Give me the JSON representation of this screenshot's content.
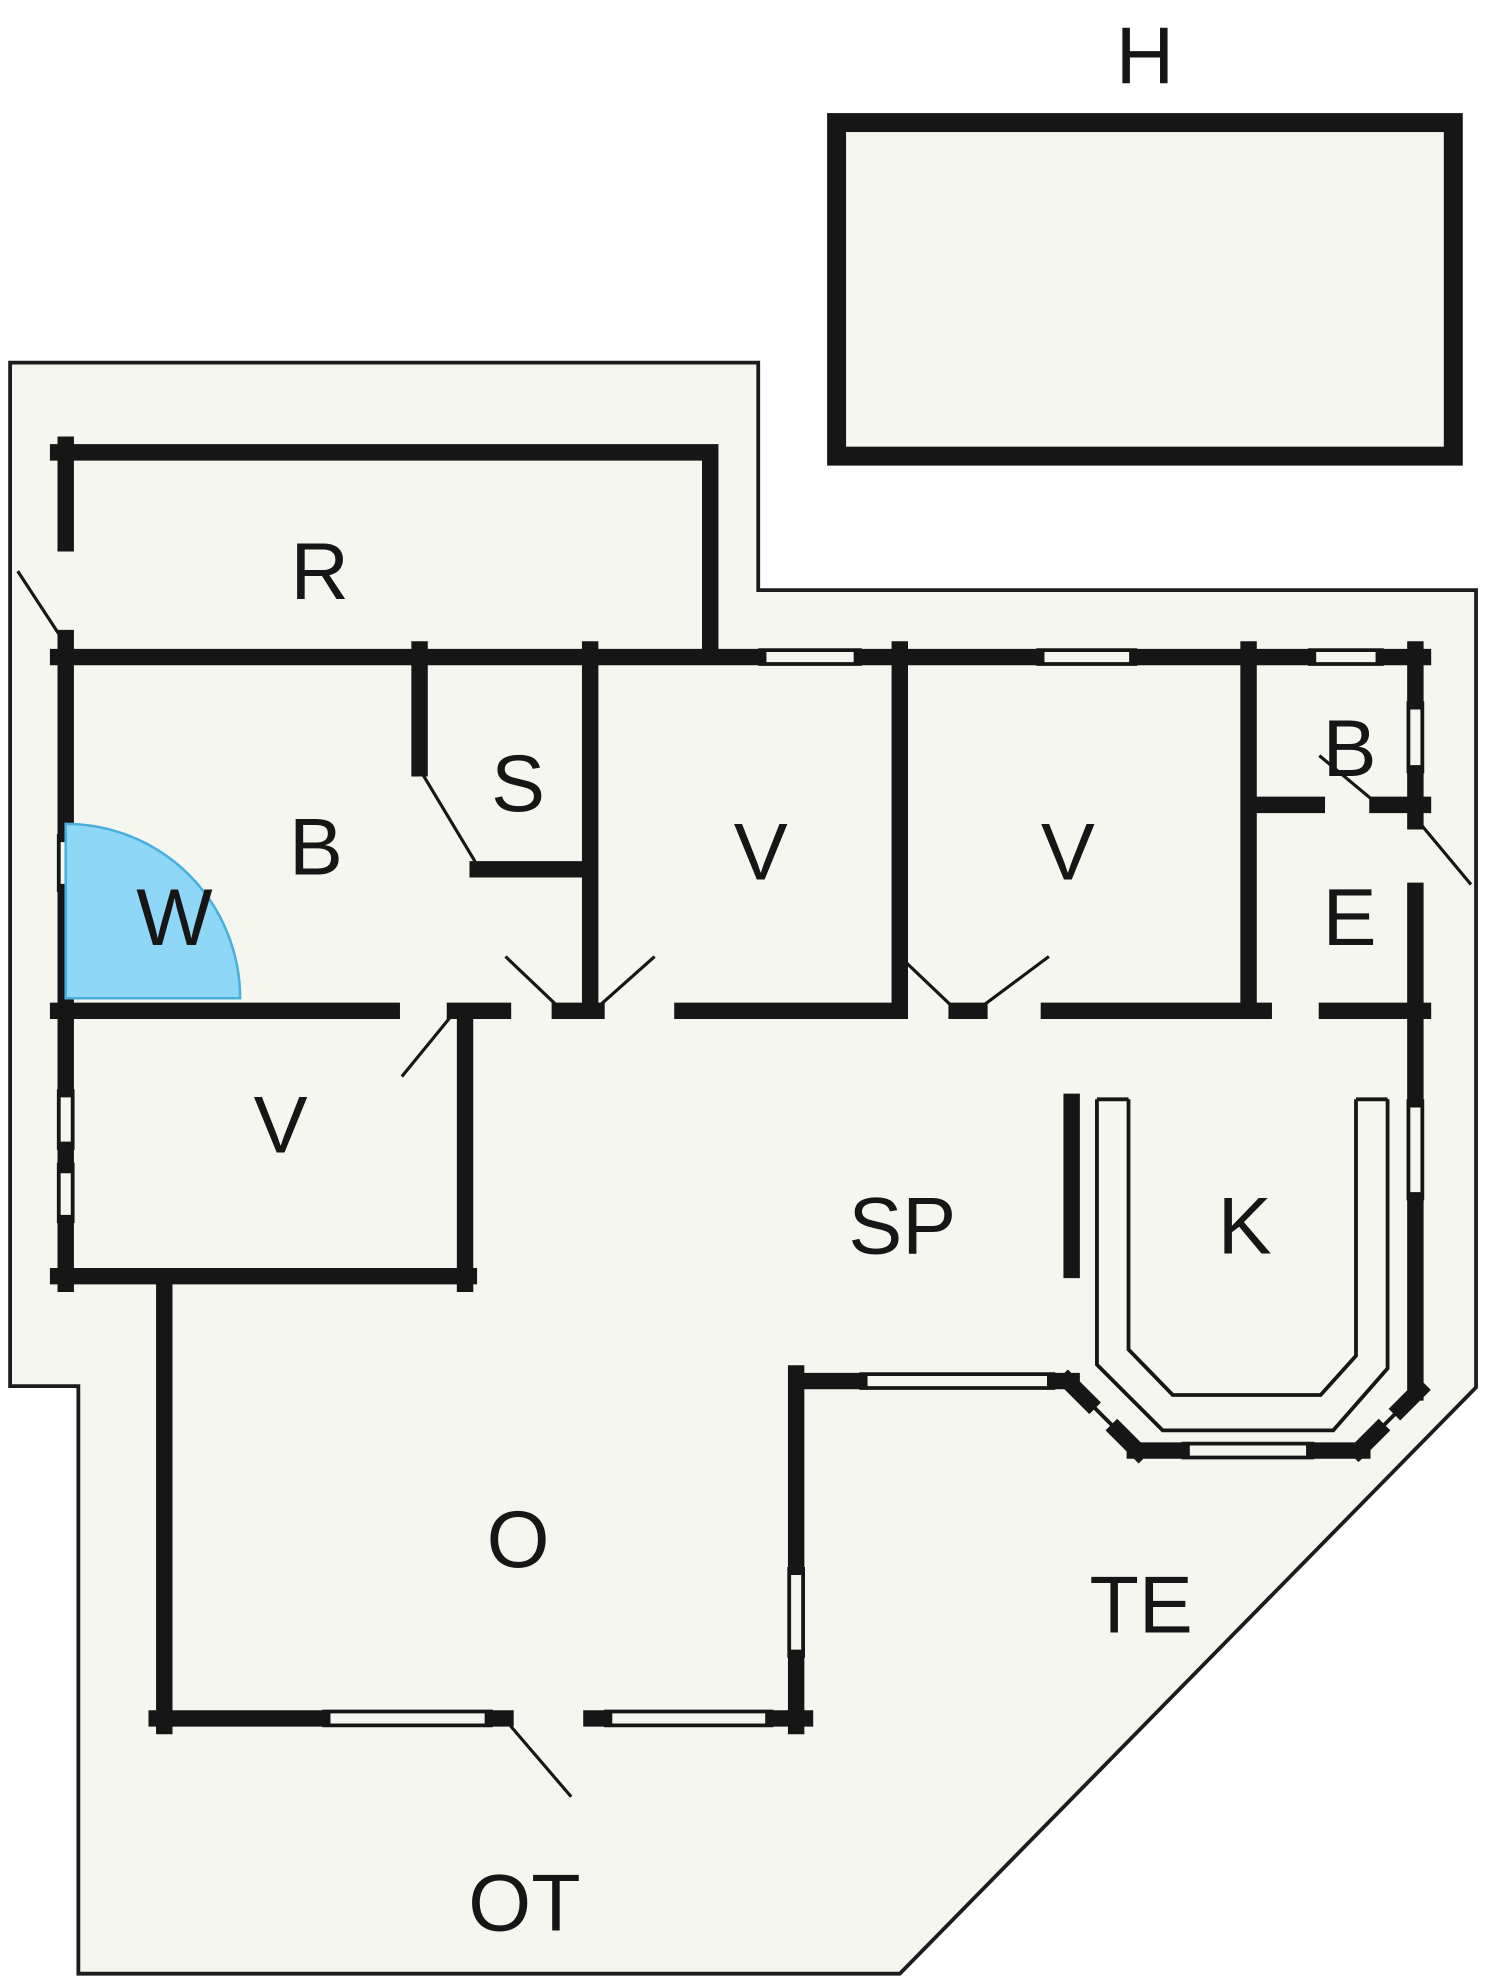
{
  "diagram": {
    "type": "floor-plan",
    "annex_label": "H",
    "rooms": {
      "r": "R",
      "b_main": "B",
      "w": "W",
      "s": "S",
      "v1": "V",
      "v2": "V",
      "b_small": "B",
      "e": "E",
      "v3": "V",
      "sp": "SP",
      "k": "K",
      "o": "O",
      "te": "TE",
      "ot": "OT"
    }
  },
  "colors": {
    "background": "#ffffff",
    "floor": "#f6f6f0",
    "outline": "#1c1c1c",
    "wall": "#161616",
    "label": "#161616",
    "highlight_fill": "#8ed7f7",
    "highlight_stroke": "#49b0de"
  }
}
